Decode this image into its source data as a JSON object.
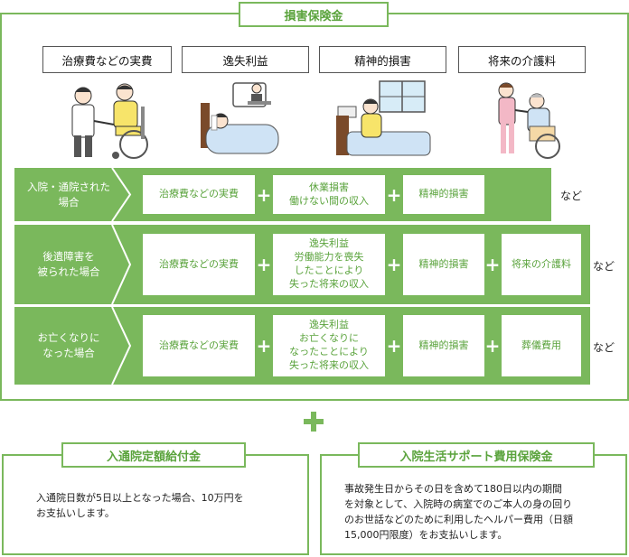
{
  "top": {
    "title": "損害保険金",
    "categories": [
      "治療費などの実費",
      "逸失利益",
      "精神的損害",
      "将来の介護料"
    ],
    "illustrations": [
      "doctor-patient-wheelchair-illustration",
      "patient-in-bed-with-visitor-illustration",
      "patient-in-hospital-bed-illustration",
      "caregiver-wheelchair-illustration"
    ]
  },
  "rows": [
    {
      "label": "入院・通院された\n場合",
      "cells": [
        "治療費などの実費",
        "休業損害\n働けない間の収入",
        "精神的損害"
      ],
      "suffix": "など"
    },
    {
      "label": "後遺障害を\n被られた場合",
      "cells": [
        "治療費などの実費",
        "逸失利益\n労働能力を喪失\nしたことにより\n失った将来の収入",
        "精神的損害",
        "将来の介護料"
      ],
      "suffix": "など"
    },
    {
      "label": "お亡くなりに\nなった場合",
      "cells": [
        "治療費などの実費",
        "逸失利益\nお亡くなりに\nなったことにより\n失った将来の収入",
        "精神的損害",
        "葬儀費用"
      ],
      "suffix": "など"
    }
  ],
  "plus_symbol": "+",
  "bottom_left": {
    "title": "入通院定額給付金",
    "text": "入通院日数が5日以上となった場合、10万円を\nお支払いします。"
  },
  "bottom_right": {
    "title": "入院生活サポート費用保険金",
    "text": "事故発生日からその日を含めて180日以内の期間\nを対象として、入院時の病室でのご本人の身の回り\nのお世話などのために利用したヘルパー費用（日額\n15,000円限度）をお支払いします。"
  },
  "colors": {
    "accent": "#7ab85c",
    "accent_text": "#5aa33c"
  }
}
